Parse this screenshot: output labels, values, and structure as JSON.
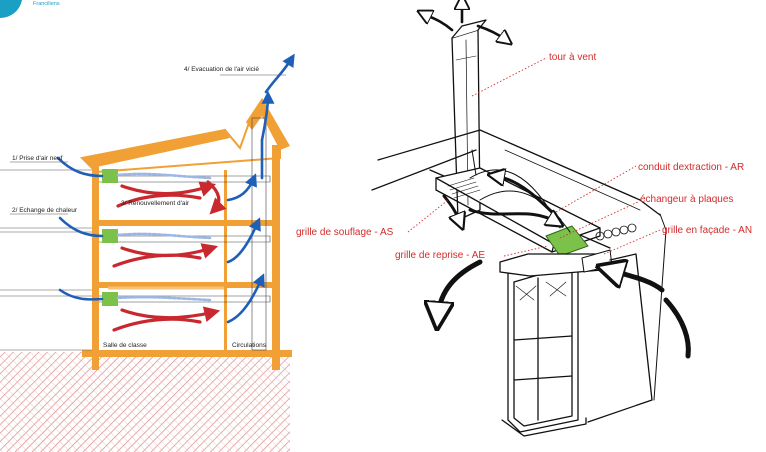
{
  "logo": {
    "text": "Franciliens",
    "color": "#1aa0c4"
  },
  "left_diagram": {
    "labels": {
      "evacuation": "4/ Evacuation de l'air vicié",
      "prise": "1/ Prise d'air neuf",
      "echange": "2/ Echange de chaleur",
      "renouvellement": "3/ Renouvellement d'air",
      "salle": "Salle de classe",
      "circulations": "Circulations"
    },
    "colors": {
      "structure": "#f0a035",
      "fresh_air": "#1f5fb8",
      "stale_air": "#c8282e",
      "exchanger": "#7cc24a",
      "ground": "#d98a8a"
    }
  },
  "right_diagram": {
    "labels": {
      "tour": "tour à vent",
      "conduit": "conduit dextraction - AR",
      "echangeur": "échangeur à plaques",
      "facade": "grille en façade - AN",
      "soufflage": "grille de souflage - AS",
      "reprise": "grille de reprise - AE"
    },
    "colors": {
      "label": "#d42b2b",
      "exchanger": "#7cc24a"
    }
  }
}
